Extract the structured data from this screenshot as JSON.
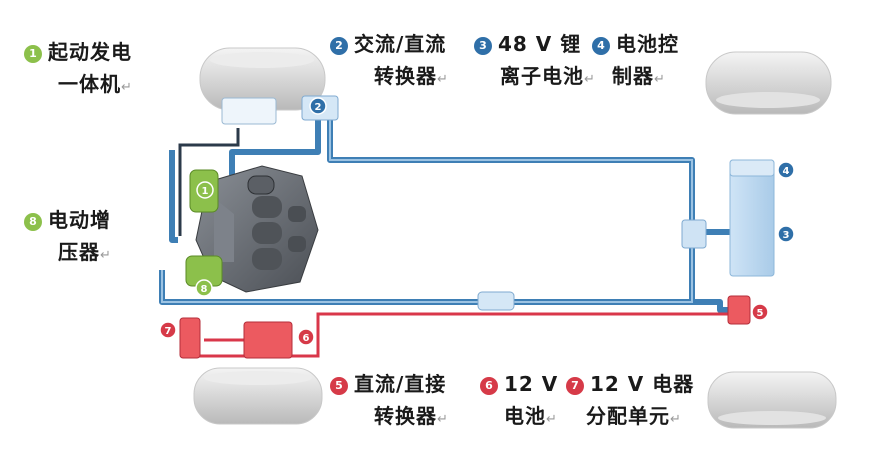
{
  "colors": {
    "blue_line": "#3e7fb5",
    "blue_part": "#b9d6ee",
    "red_line": "#d9374a",
    "red_part": "#ec5a60",
    "green": "#8cc04b",
    "engine": "#6d7177"
  },
  "legend": [
    {
      "num": "1",
      "line1": "起动发电",
      "line2": "一体机",
      "color": "#8cc04b"
    },
    {
      "num": "8",
      "line1": "电动增",
      "line2": "压器",
      "color": "#8cc04b"
    },
    {
      "num": "2",
      "line1": "交流/直流",
      "line2": "转换器",
      "color": "#2f6fa8"
    },
    {
      "num": "3",
      "line1": "48 V 锂",
      "line2": "离子电池",
      "color": "#2f6fa8"
    },
    {
      "num": "4",
      "line1": "电池控",
      "line2": "制器",
      "color": "#2f6fa8"
    },
    {
      "num": "5",
      "line1": "直流/直接",
      "line2": "转换器",
      "color": "#d63a48"
    },
    {
      "num": "6",
      "line1": "12 V",
      "line2": "电池",
      "color": "#d63a48"
    },
    {
      "num": "7",
      "line1": "12 V 电器",
      "line2": "分配单元",
      "color": "#d63a48"
    }
  ],
  "return_mark": "↵",
  "markers": [
    {
      "num": "1",
      "color": "#8cc04b"
    },
    {
      "num": "8",
      "color": "#8cc04b"
    },
    {
      "num": "2",
      "color": "#2f6fa8"
    },
    {
      "num": "4",
      "color": "#2f6fa8"
    },
    {
      "num": "3",
      "color": "#2f6fa8"
    },
    {
      "num": "5",
      "color": "#d63a48"
    },
    {
      "num": "6",
      "color": "#d63a48"
    },
    {
      "num": "7",
      "color": "#d63a48"
    }
  ]
}
